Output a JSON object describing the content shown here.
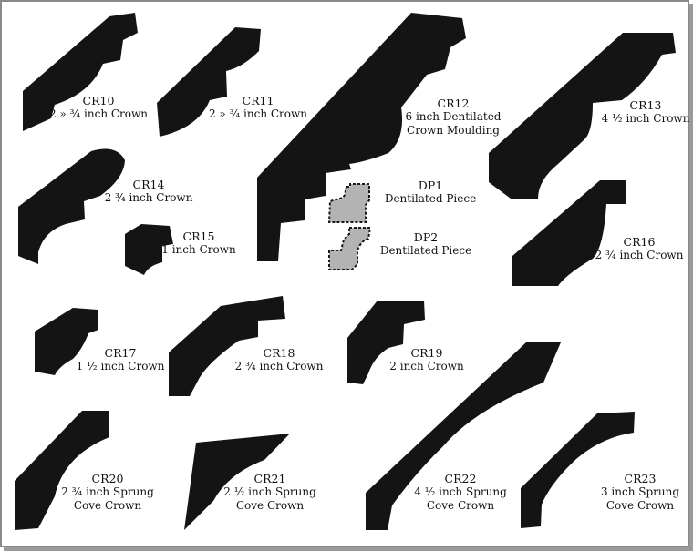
{
  "colors": {
    "profile_fill": "#141414",
    "dentil_fill": "#b3b3b3",
    "dentil_stroke": "#1a1a1a",
    "frame": "#8a8a8a"
  },
  "profiles": [
    {
      "code": "CR10",
      "desc": [
        "2 » ¾ inch Crown"
      ]
    },
    {
      "code": "CR11",
      "desc": [
        "2 » ¾  inch Crown"
      ]
    },
    {
      "code": "CR12",
      "desc": [
        "6 inch Dentilated",
        "Crown Moulding"
      ]
    },
    {
      "code": "CR13",
      "desc": [
        "4 ½ inch Crown"
      ]
    },
    {
      "code": "CR14",
      "desc": [
        "2 ¾ inch Crown"
      ]
    },
    {
      "code": "CR15",
      "desc": [
        "1 inch Crown"
      ]
    },
    {
      "code": "DP1",
      "desc": [
        "Dentilated Piece"
      ]
    },
    {
      "code": "DP2",
      "desc": [
        "Dentilated Piece"
      ]
    },
    {
      "code": "CR16",
      "desc": [
        "2 ¾  inch Crown"
      ]
    },
    {
      "code": "CR17",
      "desc": [
        "1 ½ inch Crown"
      ]
    },
    {
      "code": "CR18",
      "desc": [
        "2 ¾ inch Crown"
      ]
    },
    {
      "code": "CR19",
      "desc": [
        "2  inch Crown"
      ]
    },
    {
      "code": "CR20",
      "desc": [
        "2 ¾ inch Sprung",
        "Cove Crown"
      ]
    },
    {
      "code": "CR21",
      "desc": [
        "2 ½  inch Sprung",
        "Cove Crown"
      ]
    },
    {
      "code": "CR22",
      "desc": [
        "4 ½ inch Sprung",
        "Cove Crown"
      ]
    },
    {
      "code": "CR23",
      "desc": [
        "3 inch Sprung",
        "Cove Crown"
      ]
    }
  ]
}
